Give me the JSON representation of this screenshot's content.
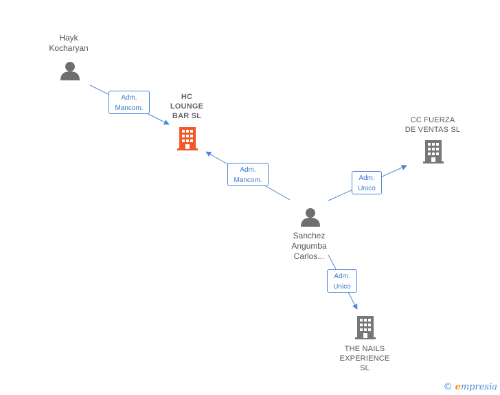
{
  "colors": {
    "edge": "#4a86d4",
    "person": "#6f6f6f",
    "company": "#777777",
    "company_highlight": "#f05a28",
    "brand_orange": "#f08a1c"
  },
  "nodes": {
    "hayk": {
      "type": "person",
      "label": "Hayk\nKocharyan",
      "icon": "person-icon"
    },
    "hc_lounge": {
      "type": "company",
      "highlight": true,
      "label": "HC\nLOUNGE\nBAR  SL",
      "icon": "building-icon"
    },
    "cc_fuerza": {
      "type": "company",
      "highlight": false,
      "label": "CC FUERZA\nDE VENTAS  SL",
      "icon": "building-icon"
    },
    "sanchez": {
      "type": "person",
      "label": "Sanchez\nAngumba\nCarlos...",
      "icon": "person-icon"
    },
    "nails": {
      "type": "company",
      "highlight": false,
      "label": "THE NAILS\nEXPERIENCE\nSL",
      "icon": "building-icon"
    }
  },
  "edges": [
    {
      "from": "hayk",
      "to": "hc_lounge",
      "line1": "Adm.",
      "line2": "Mancom."
    },
    {
      "from": "sanchez",
      "to": "hc_lounge",
      "line1": "Adm.",
      "line2": "Mancom."
    },
    {
      "from": "sanchez",
      "to": "cc_fuerza",
      "line1": "Adm.",
      "line2": "Unico"
    },
    {
      "from": "sanchez",
      "to": "nails",
      "line1": "Adm.",
      "line2": "Unico"
    }
  ],
  "brand": {
    "copyright": "©",
    "initial": "e",
    "name": "mpresia"
  }
}
